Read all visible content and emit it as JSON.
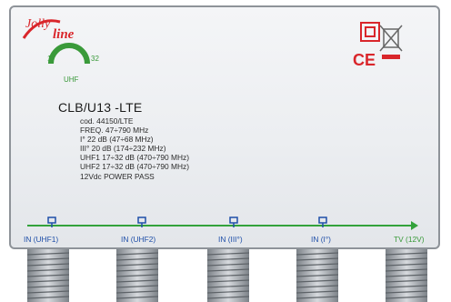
{
  "brand": {
    "logo_text": "Jollyline",
    "primary_color": "#d9262b",
    "accent_color": "#33a23b"
  },
  "dial": {
    "min": "17",
    "max": "32",
    "label": "UHF"
  },
  "model": "CLB/U13 -LTE",
  "specs": [
    "cod. 44150/LTE",
    "FREQ. 47÷790 MHz",
    "I° 22 dB (47÷68 MHz)",
    "III° 20 dB (174÷232 MHz)",
    "UHF1 17÷32 dB (470÷790 MHz)",
    "UHF2 17÷32 dB (470÷790 MHz)",
    "12Vdc POWER PASS"
  ],
  "ports": [
    {
      "label": "IN (UHF1)"
    },
    {
      "label": "IN (UHF2)"
    },
    {
      "label": "IN (III°)"
    },
    {
      "label": "IN (I°)"
    },
    {
      "label": "TV (12V)"
    }
  ],
  "marks": {
    "ce": "CE"
  }
}
